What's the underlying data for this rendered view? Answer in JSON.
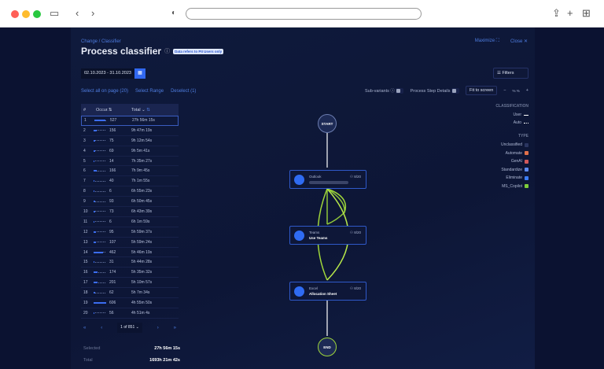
{
  "header": {
    "breadcrumb": "Change / Classifier",
    "title": "Process classifier",
    "badge": "Data refers to PII Users only",
    "maximize": "Maximize",
    "close": "Close"
  },
  "filters": {
    "date_range": "02.10.2023 - 31.10.2023",
    "filters_label": "Filters"
  },
  "selection": {
    "select_all": "Select all on page (20)",
    "select_range": "Select Range",
    "deselect": "Deselect (1)"
  },
  "table": {
    "columns": [
      "#",
      "Occur.⇅",
      "Total"
    ],
    "rows": [
      {
        "n": "1",
        "occ": "527",
        "total": "27h 56m 15s",
        "fill": 0.87
      },
      {
        "n": "2",
        "occ": "156",
        "total": "9h 47m 19s",
        "fill": 0.26
      },
      {
        "n": "3",
        "occ": "75",
        "total": "9h 12m 54s",
        "fill": 0.12
      },
      {
        "n": "4",
        "occ": "69",
        "total": "9h 5m 41s",
        "fill": 0.11
      },
      {
        "n": "5",
        "occ": "14",
        "total": "7h 35m 27s",
        "fill": 0.02
      },
      {
        "n": "6",
        "occ": "166",
        "total": "7h 9m 45s",
        "fill": 0.27
      },
      {
        "n": "7",
        "occ": "40",
        "total": "7h 1m 55s",
        "fill": 0.07
      },
      {
        "n": "8",
        "occ": "6",
        "total": "6h 55m 23s",
        "fill": 0.01
      },
      {
        "n": "9",
        "occ": "93",
        "total": "6h 50m 45s",
        "fill": 0.15
      },
      {
        "n": "10",
        "occ": "73",
        "total": "6h 43m 39s",
        "fill": 0.12
      },
      {
        "n": "11",
        "occ": "6",
        "total": "6h 1m 59s",
        "fill": 0.01
      },
      {
        "n": "12",
        "occ": "95",
        "total": "5h 59m 37s",
        "fill": 0.16
      },
      {
        "n": "13",
        "occ": "107",
        "total": "5h 59m 24s",
        "fill": 0.18
      },
      {
        "n": "14",
        "occ": "462",
        "total": "5h 46m 19s",
        "fill": 0.76
      },
      {
        "n": "15",
        "occ": "31",
        "total": "5h 44m 28s",
        "fill": 0.05
      },
      {
        "n": "16",
        "occ": "174",
        "total": "5h 35m 32s",
        "fill": 0.29
      },
      {
        "n": "17",
        "occ": "201",
        "total": "5h 10m 57s",
        "fill": 0.33
      },
      {
        "n": "18",
        "occ": "62",
        "total": "5h 7m 34s",
        "fill": 0.1
      },
      {
        "n": "19",
        "occ": "606",
        "total": "4h 55m 50s",
        "fill": 1.0
      },
      {
        "n": "20",
        "occ": "56",
        "total": "4h 51m 4s",
        "fill": 0.09
      }
    ]
  },
  "pagination": {
    "page": "1 of 851"
  },
  "summary": {
    "selected_label": "Selected",
    "selected_value": "27h 56m 15s",
    "total_label": "Total",
    "total_value": "1693h 21m 42s"
  },
  "toolbar": {
    "sub_variants": "Sub-variants",
    "step_details": "Process Step Details",
    "fit": "Fit to screen",
    "zoom": "% %"
  },
  "legend": {
    "classification_title": "CLASSIFICATION",
    "user": "User",
    "auto": "Auto",
    "type_title": "TYPE",
    "types": [
      {
        "label": "Unclassified",
        "color": "#2a3560"
      },
      {
        "label": "Automate",
        "color": "#e0704a"
      },
      {
        "label": "GenAI",
        "color": "#d0585a"
      },
      {
        "label": "Standardize",
        "color": "#5d8af0"
      },
      {
        "label": "Eliminate",
        "color": "#3b7cf5"
      },
      {
        "label": "MS_Copilot",
        "color": "#7dcc3a"
      }
    ]
  },
  "graph": {
    "start": "START",
    "end": "END",
    "nodes": [
      {
        "app": "Outlook",
        "activity": "",
        "count": "8/20"
      },
      {
        "app": "Teams",
        "activity": "Use Teams",
        "count": "8/20"
      },
      {
        "app": "Excel",
        "activity": "Allocation Sheet",
        "count": "8/20"
      }
    ],
    "edge_color": "#9fd63a"
  }
}
